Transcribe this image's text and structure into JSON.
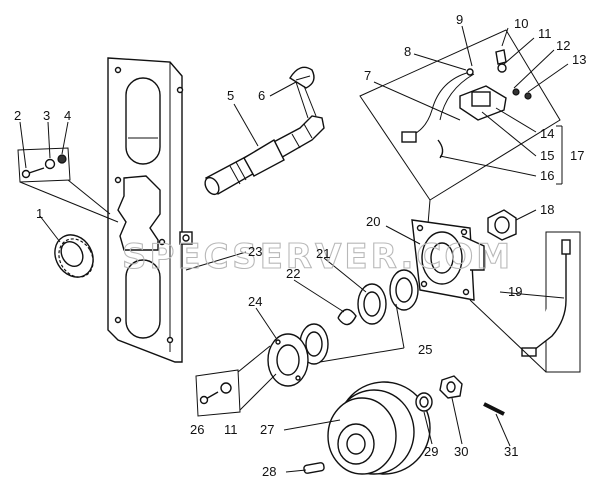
{
  "watermark": "SPECSERVER.COM",
  "callouts": [
    "1",
    "2",
    "3",
    "4",
    "5",
    "6",
    "7",
    "8",
    "9",
    "10",
    "11",
    "12",
    "13",
    "14",
    "15",
    "16",
    "17",
    "18",
    "19",
    "20",
    "21",
    "22",
    "23",
    "24",
    "25",
    "26",
    "11",
    "27",
    "28",
    "29",
    "30",
    "31"
  ]
}
